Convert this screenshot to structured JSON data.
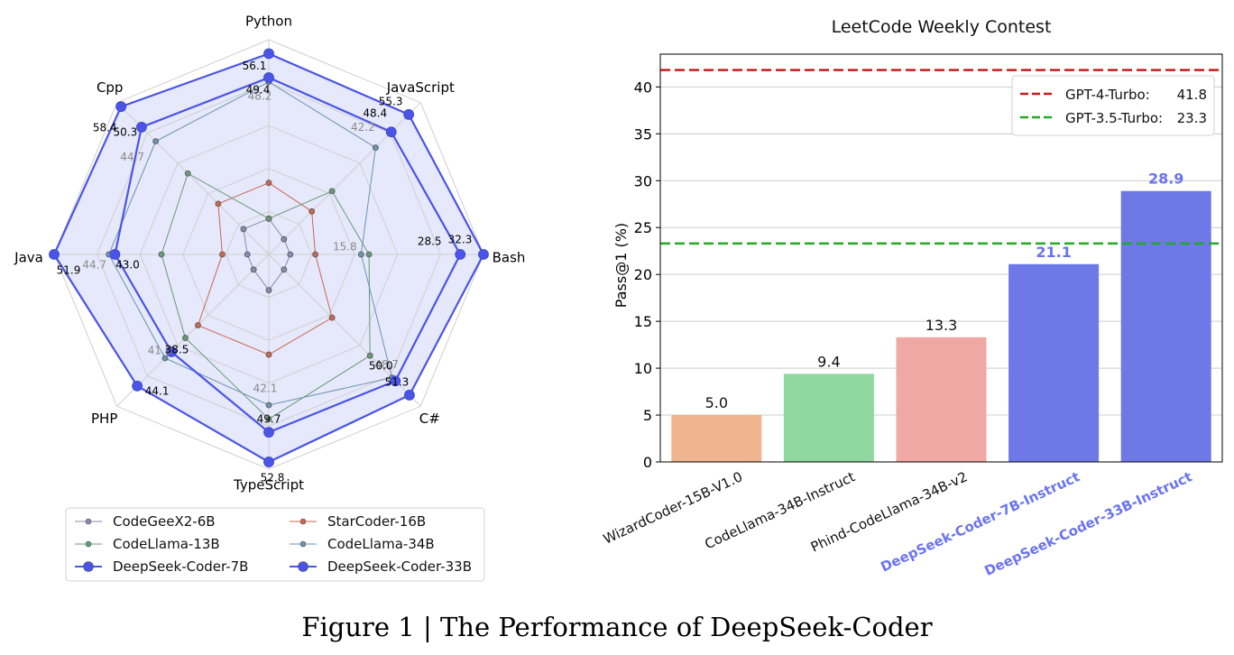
{
  "caption": "Figure 1 | The Performance of DeepSeek-Coder",
  "colors": {
    "CodeGeeX2-6B": "#8a8ab0",
    "StarCoder-16B": "#cc6650",
    "CodeLlama-13B": "#6a9a7a",
    "CodeLlama-34B": "#6a94b2",
    "DeepSeek-Coder-7B": "#4a54e6",
    "DeepSeek-Coder-33B": "#4a54e6",
    "radar_fill": "#e6e8fb",
    "gpt4_line": "#cc1a1a",
    "gpt35_line": "#22aa22",
    "highlight_label": "#6a74f0"
  },
  "chart_data": [
    {
      "type": "radar",
      "axes": [
        "Python",
        "JavaScript",
        "Bash",
        "C#",
        "TypeScript",
        "PHP",
        "Java",
        "Cpp"
      ],
      "rmax": 60,
      "series": [
        {
          "name": "CodeGeeX2-6B",
          "marker": "small",
          "values": [
            10,
            6,
            6,
            6,
            10,
            6,
            6,
            10
          ]
        },
        {
          "name": "StarCoder-16B",
          "marker": "small",
          "values": [
            20,
            17,
            13,
            25,
            28,
            28,
            13,
            20
          ]
        },
        {
          "name": "CodeLlama-13B",
          "marker": "small",
          "values": [
            10,
            25,
            28,
            40,
            46,
            33,
            30,
            32
          ]
        },
        {
          "name": "CodeLlama-34B",
          "marker": "small",
          "values": [
            48.2,
            42.2,
            25.8,
            48.7,
            42.1,
            41.0,
            44.7,
            44.7
          ],
          "labels": [
            "48.2",
            "42.2",
            "15.8",
            "48.7",
            "42.1",
            "41.0",
            "44.7",
            "44.7"
          ]
        },
        {
          "name": "DeepSeek-Coder-7B",
          "marker": "large",
          "values": [
            49.4,
            48.4,
            53.5,
            50.0,
            49.7,
            38.5,
            43.0,
            50.3
          ],
          "labels": [
            "49.4",
            "48.4",
            "28.5",
            "50.0",
            "49.7",
            "38.5",
            "43.0",
            "50.3"
          ]
        },
        {
          "name": "DeepSeek-Coder-33B",
          "marker": "large",
          "fill": true,
          "values": [
            56.1,
            55.3,
            60.0,
            55.6,
            58.0,
            52.0,
            60.0,
            58.4
          ],
          "labels": [
            "56.1",
            "55.3",
            "32.3",
            "51.3",
            "52.8",
            "44.1",
            "51.9",
            "58.4"
          ]
        }
      ],
      "legend": {
        "placement": "bottom",
        "columns": 2
      }
    },
    {
      "type": "bar",
      "title": "LeetCode Weekly Contest",
      "ylabel": "Pass@1 (%)",
      "ylim": [
        0,
        43.5
      ],
      "yticks": [
        0,
        5,
        10,
        15,
        20,
        25,
        30,
        35,
        40
      ],
      "grid": true,
      "categories": [
        "WizardCoder-15B-V1.0",
        "CodeLlama-34B-Instruct",
        "Phind-CodeLlama-34B-v2",
        "DeepSeek-Coder-7B-Instruct",
        "DeepSeek-Coder-33B-Instruct"
      ],
      "values": [
        5.0,
        9.4,
        13.3,
        21.1,
        28.9
      ],
      "value_labels": [
        "5.0",
        "9.4",
        "13.3",
        "21.1",
        "28.9"
      ],
      "bar_colors": [
        "#f0b48e",
        "#8fd8a0",
        "#f0a8a4",
        "#6e78e6",
        "#6e78e6"
      ],
      "highlighted": [
        false,
        false,
        false,
        true,
        true
      ],
      "reference_lines": [
        {
          "name": "GPT-4-Turbo:",
          "value": 41.8,
          "label": "41.8",
          "color": "#cc1a1a"
        },
        {
          "name": "GPT-3.5-Turbo:",
          "value": 23.3,
          "label": "23.3",
          "color": "#22aa22"
        }
      ],
      "legend": {
        "placement": "top-right"
      }
    }
  ]
}
